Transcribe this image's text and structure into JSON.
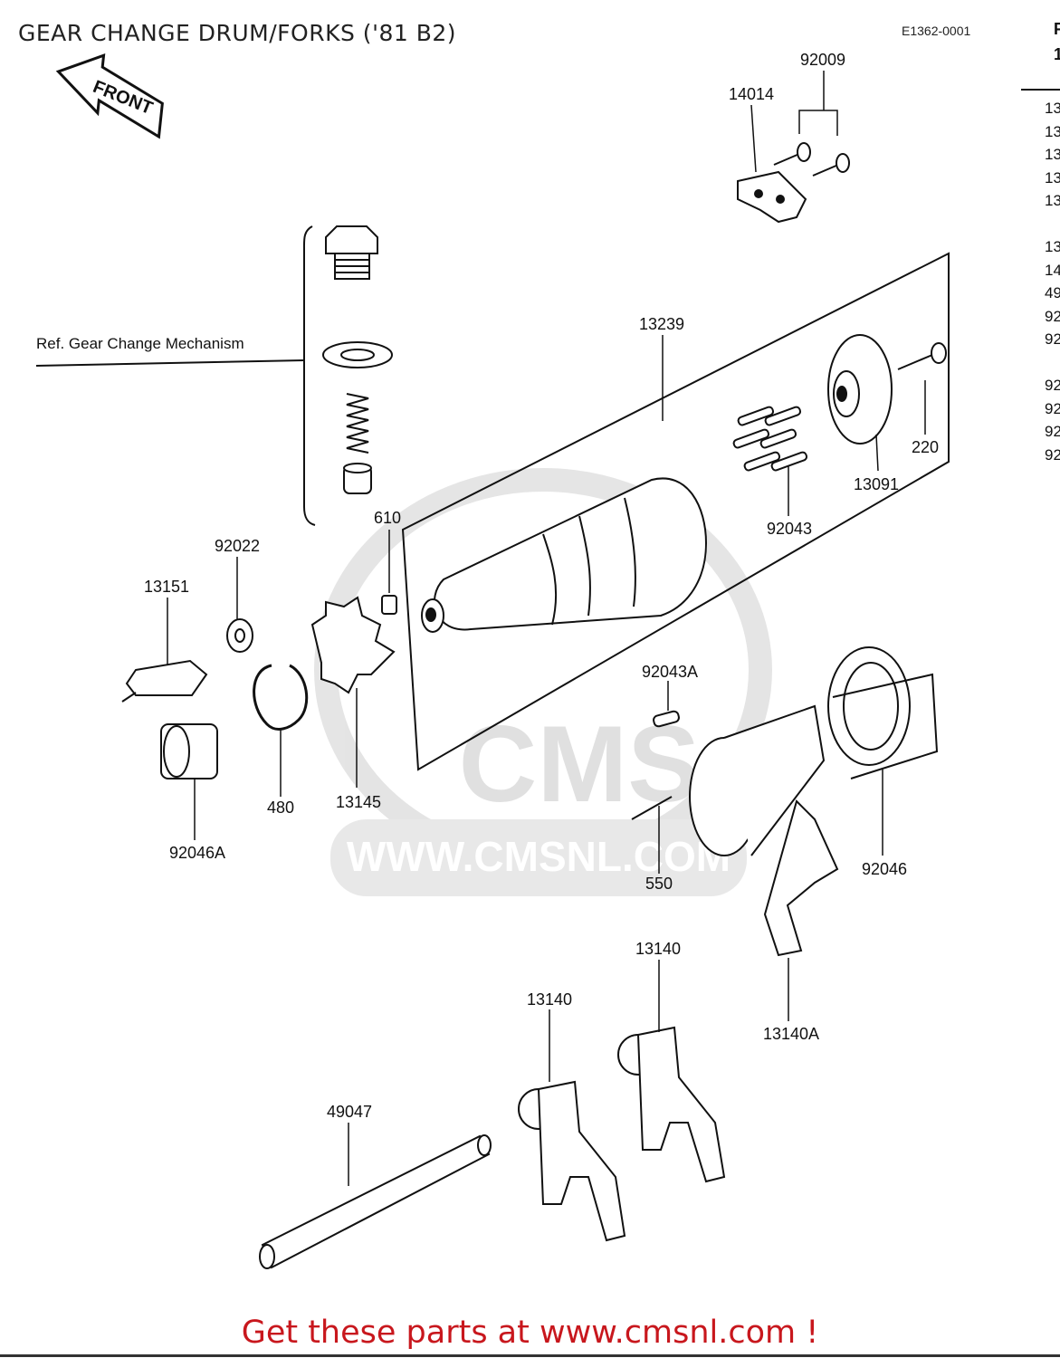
{
  "page": {
    "title": "GEAR CHANGE DRUM/FORKS ('81 B2)",
    "diagram_code": "E1362-0001",
    "reference_note": "Ref. Gear Change Mechanism",
    "front_label": "FRONT",
    "watermark_text": "CMS",
    "watermark_url": "WWW.CMSNL.COM",
    "footer": "Get these parts at www.cmsnl.com !",
    "footer_color": "#c8171d"
  },
  "callouts": [
    {
      "id": "92009",
      "label": "92009"
    },
    {
      "id": "14014",
      "label": "14014"
    },
    {
      "id": "13239",
      "label": "13239"
    },
    {
      "id": "220",
      "label": "220"
    },
    {
      "id": "13091",
      "label": "13091"
    },
    {
      "id": "92043",
      "label": "92043"
    },
    {
      "id": "610",
      "label": "610"
    },
    {
      "id": "92022",
      "label": "92022"
    },
    {
      "id": "13151",
      "label": "13151"
    },
    {
      "id": "92043A",
      "label": "92043A"
    },
    {
      "id": "13145",
      "label": "13145"
    },
    {
      "id": "480",
      "label": "480"
    },
    {
      "id": "92046A",
      "label": "92046A"
    },
    {
      "id": "550",
      "label": "550"
    },
    {
      "id": "92046",
      "label": "92046"
    },
    {
      "id": "13140-upper",
      "label": "13140"
    },
    {
      "id": "13140-lower",
      "label": "13140"
    },
    {
      "id": "13140A",
      "label": "13140A"
    },
    {
      "id": "49047",
      "label": "49047"
    }
  ],
  "side_table": {
    "header": [
      "F",
      "1"
    ],
    "rows": [
      "13",
      "13",
      "13",
      "13",
      "13",
      "13",
      "14",
      "49",
      "92",
      "92",
      "92",
      "92",
      "92",
      "92"
    ]
  }
}
